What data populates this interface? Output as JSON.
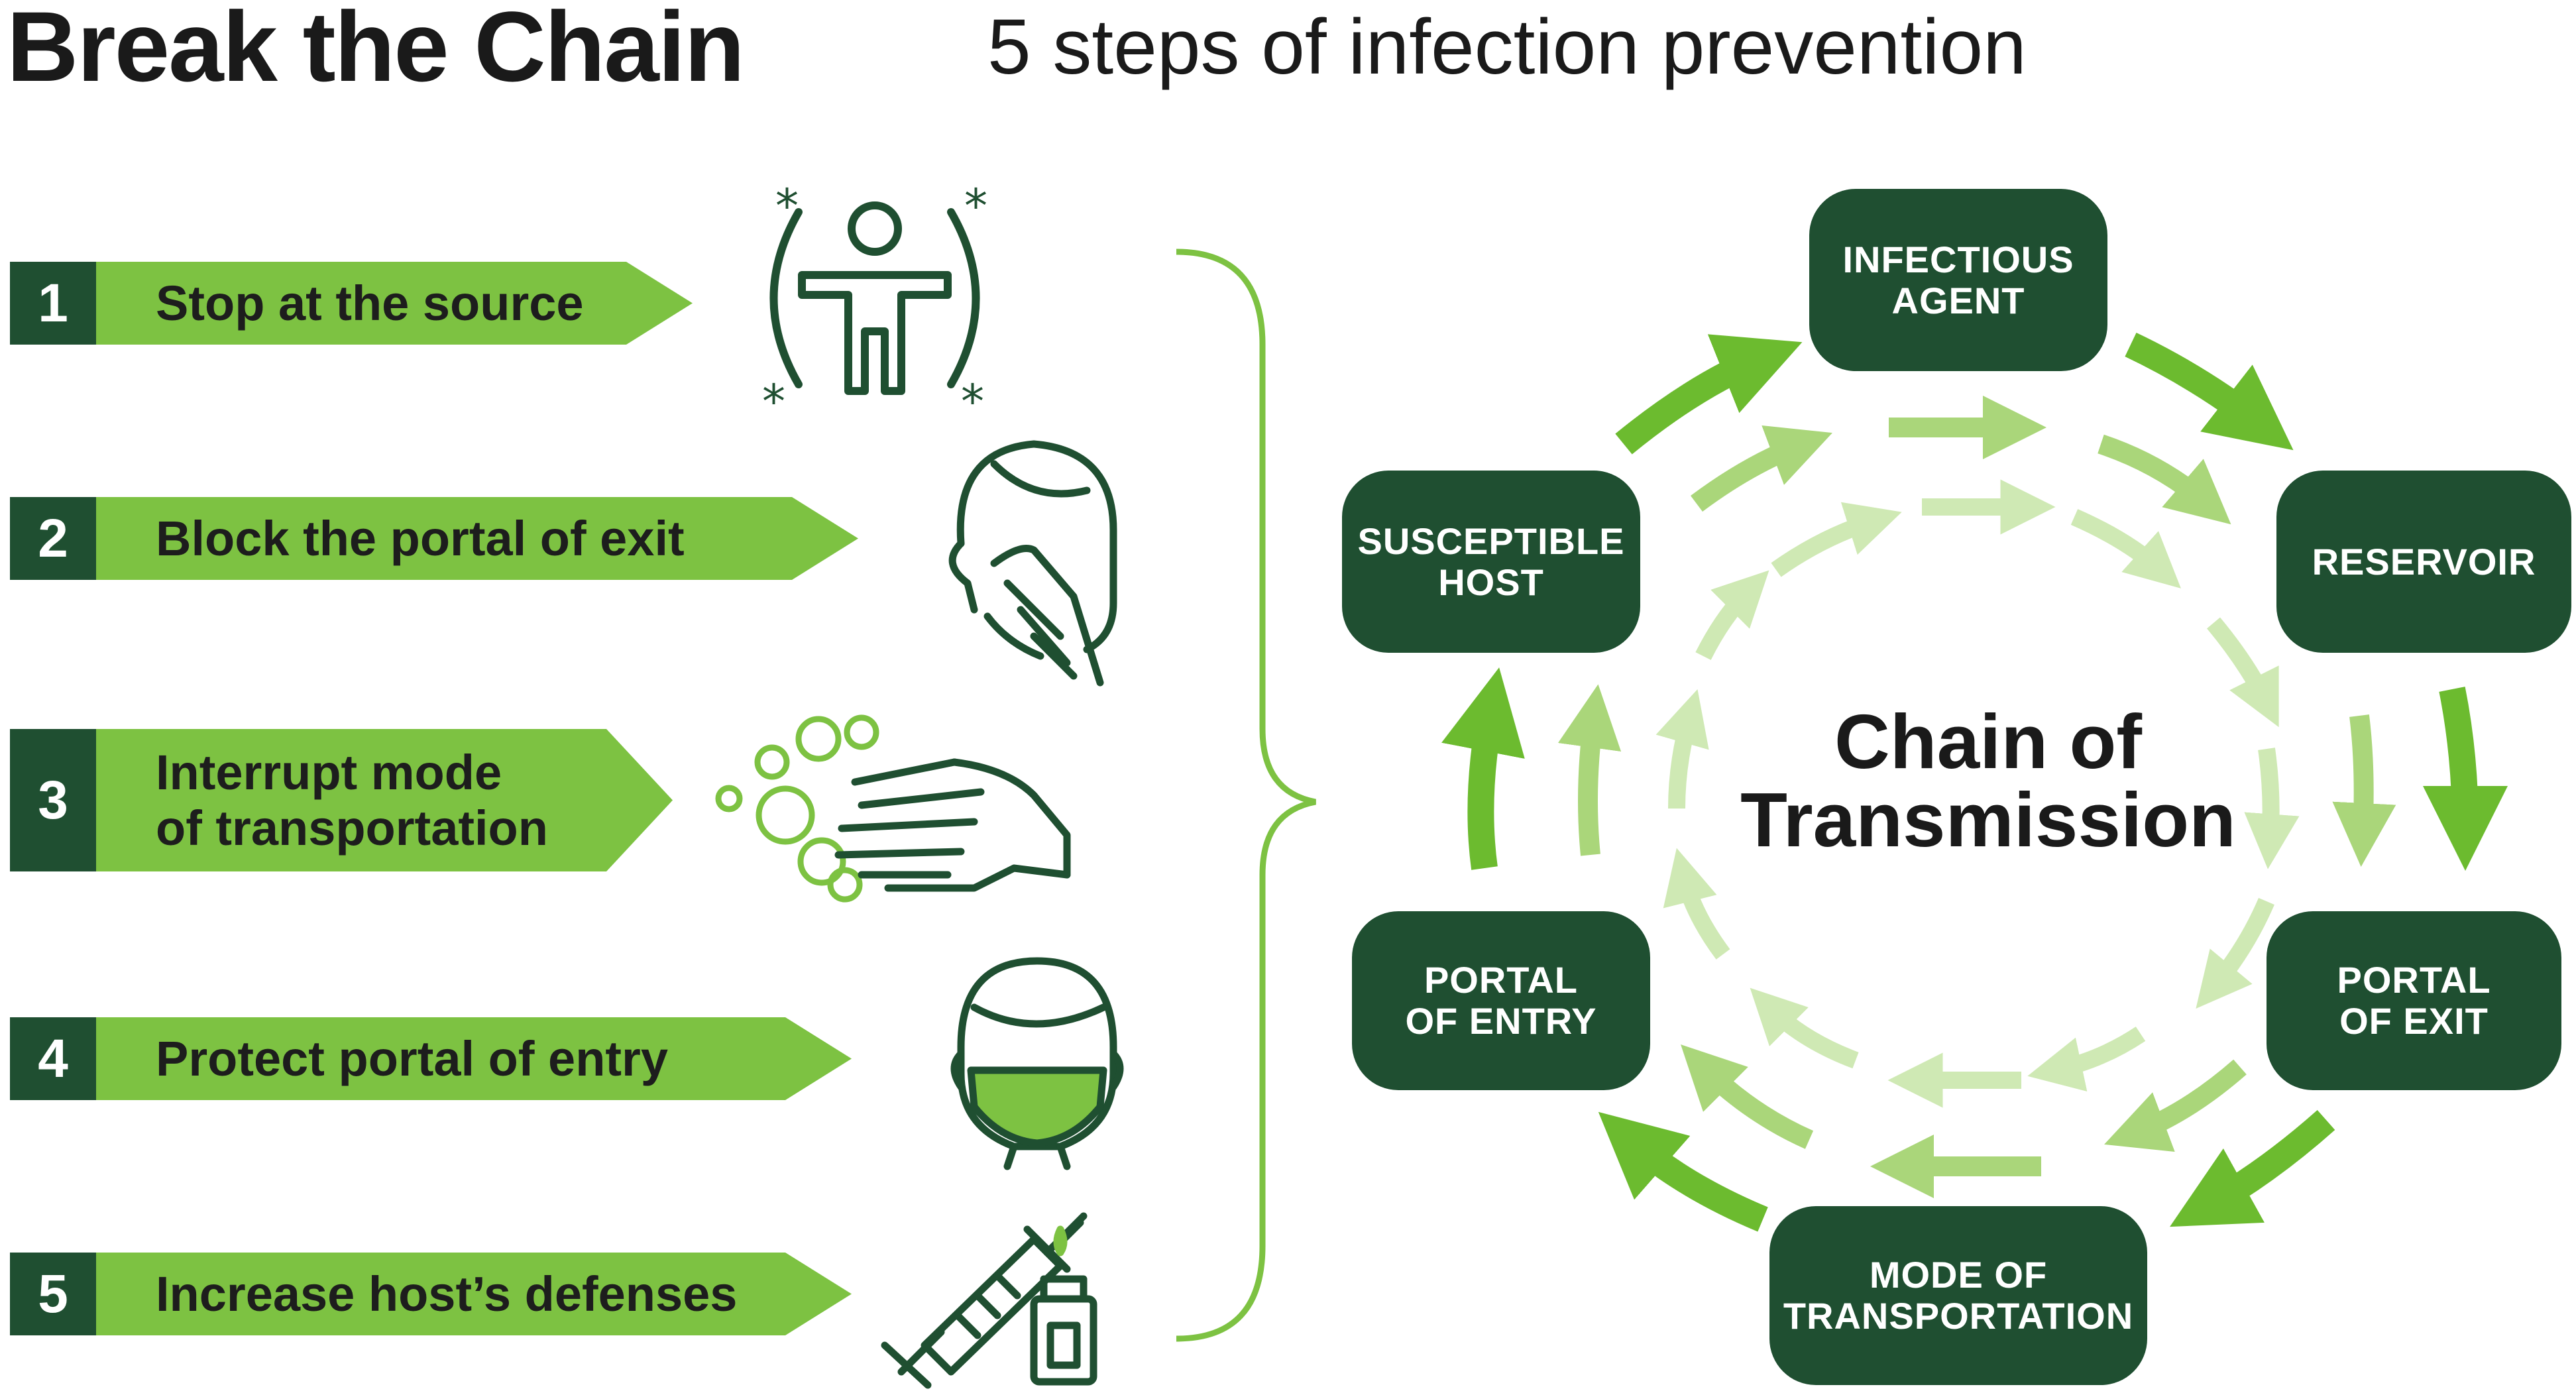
{
  "header": {
    "title": "Break the Chain",
    "subtitle": "5 steps of infection prevention"
  },
  "steps": [
    {
      "number": "1",
      "label": "Stop at the source",
      "icon": "person-icon"
    },
    {
      "number": "2",
      "label": "Block the portal of exit",
      "icon": "cover-cough-icon"
    },
    {
      "number": "3",
      "label_line1": "Interrupt mode",
      "label_line2": "of transportation",
      "icon": "hand-washing-icon"
    },
    {
      "number": "4",
      "label": "Protect portal of entry",
      "icon": "face-mask-icon"
    },
    {
      "number": "5",
      "label": "Increase host’s defenses",
      "icon": "vaccine-syringe-icon"
    }
  ],
  "cycle": {
    "center_line1": "Chain of",
    "center_line2": "Transmission",
    "nodes": [
      {
        "line1": "Infectious",
        "line2": "Agent"
      },
      {
        "line1": "Reservoir",
        "line2": ""
      },
      {
        "line1": "Portal",
        "line2": "of Exit"
      },
      {
        "line1": "Mode of",
        "line2": "Transportation"
      },
      {
        "line1": "Portal",
        "line2": "of Entry"
      },
      {
        "line1": "Susceptible",
        "line2": "Host"
      }
    ]
  },
  "colors": {
    "dark_green": "#1f4f31",
    "bright_green": "#7dc242",
    "light_green": "#b9df92",
    "pale_green": "#d5ecbd"
  }
}
